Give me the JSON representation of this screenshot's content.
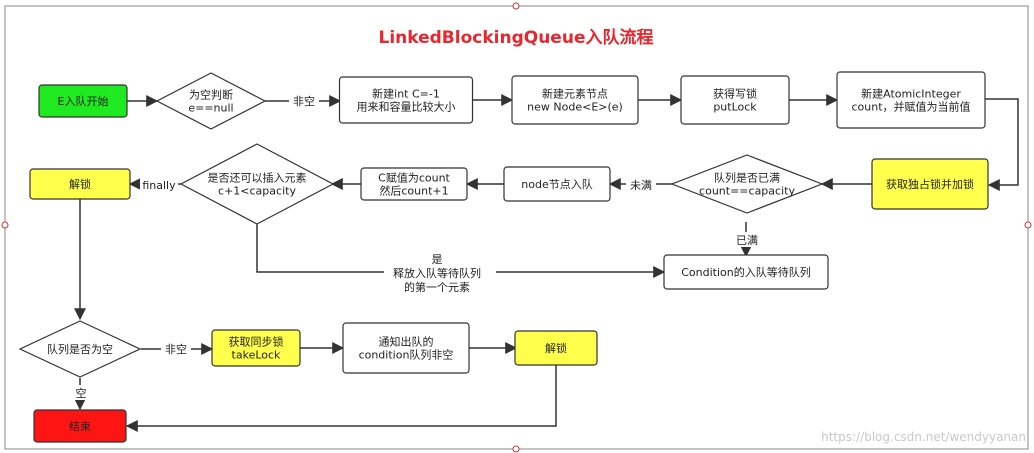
{
  "title": "LinkedBlockingQueue入队流程",
  "watermark": "https://blog.csdn.net/wendyyanan",
  "colors": {
    "green": "#1fe91f",
    "yellow": "#ffff4c",
    "red": "#ff1414",
    "white": "#ffffff",
    "stroke": "#333333",
    "line": "#333333",
    "title": "#e8262d"
  },
  "nodes": {
    "start": {
      "lines": [
        "E入队开始"
      ]
    },
    "check_null": {
      "lines": [
        "为空判断",
        "e==null"
      ]
    },
    "new_int": {
      "lines": [
        "新建int C=-1",
        "用来和容量比较大小"
      ]
    },
    "new_node": {
      "lines": [
        "新建元素节点",
        "new Node<E>(e)"
      ]
    },
    "put_lock": {
      "lines": [
        "获得写锁",
        "putLock"
      ]
    },
    "atomic": {
      "lines": [
        "新建AtomicInteger",
        "count，并赋值为当前值"
      ]
    },
    "lock_int": {
      "lines": [
        "获取独占锁并加锁"
      ]
    },
    "check_full": {
      "lines": [
        "队列是否已满",
        "count==capacity"
      ]
    },
    "enqueue": {
      "lines": [
        "node节点入队"
      ]
    },
    "assign_c": {
      "lines": [
        "C赋值为count",
        "然后count+1"
      ]
    },
    "can_insert": {
      "lines": [
        "是否还可以插入元素",
        "c+1<capacity"
      ]
    },
    "unlock1": {
      "lines": [
        "解锁"
      ]
    },
    "cond_wait": {
      "lines": [
        "Condition的入队等待队列"
      ]
    },
    "queue_empty": {
      "lines": [
        "队列是否为空"
      ]
    },
    "take_lock": {
      "lines": [
        "获取同步锁",
        "takeLock"
      ]
    },
    "notify": {
      "lines": [
        "通知出队的",
        "condition队列非空"
      ]
    },
    "unlock2": {
      "lines": [
        "解锁"
      ]
    },
    "end": {
      "lines": [
        "结束"
      ]
    }
  },
  "edge_labels": {
    "not_empty_1": "非空",
    "not_full": "未满",
    "full": "已满",
    "finally": "finally",
    "yes_release": [
      "是",
      "释放入队等待队列",
      "的第一个元素"
    ],
    "not_empty_2": "非空",
    "empty": "空"
  }
}
